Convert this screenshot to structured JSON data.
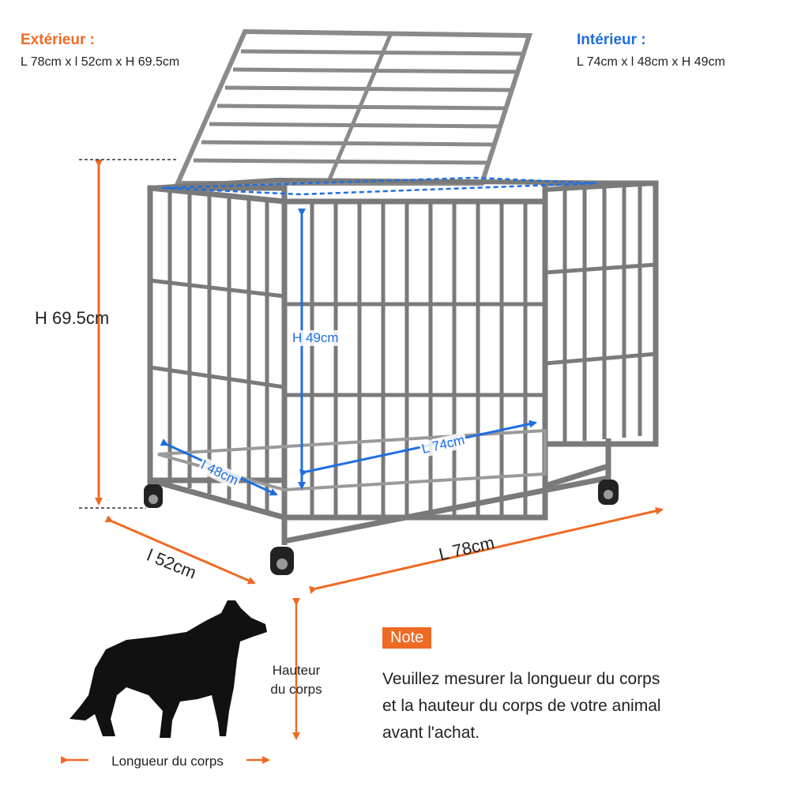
{
  "exterior": {
    "title": "Extérieur :",
    "dims": "L 78cm x l 52cm x H 69.5cm"
  },
  "interior": {
    "title": "Intérieur :",
    "dims": "L 74cm x l 48cm x H 49cm"
  },
  "measurements": {
    "outer_height": "H 69.5cm",
    "outer_width": "l 52cm",
    "outer_length": "L 78cm",
    "inner_height": "H 49cm",
    "inner_width": "l 48cm",
    "inner_length": "L 74cm"
  },
  "note": {
    "badge": "Note",
    "lines": [
      "Veuillez mesurer la longueur du corps",
      "et la hauteur du corps de votre animal",
      "avant l'achat."
    ]
  },
  "body": {
    "height_lines": [
      "Hauteur",
      "du corps"
    ],
    "length": "Longueur du corps"
  },
  "colors": {
    "orange": "#ee6a24",
    "blue": "#1f6fe0"
  }
}
